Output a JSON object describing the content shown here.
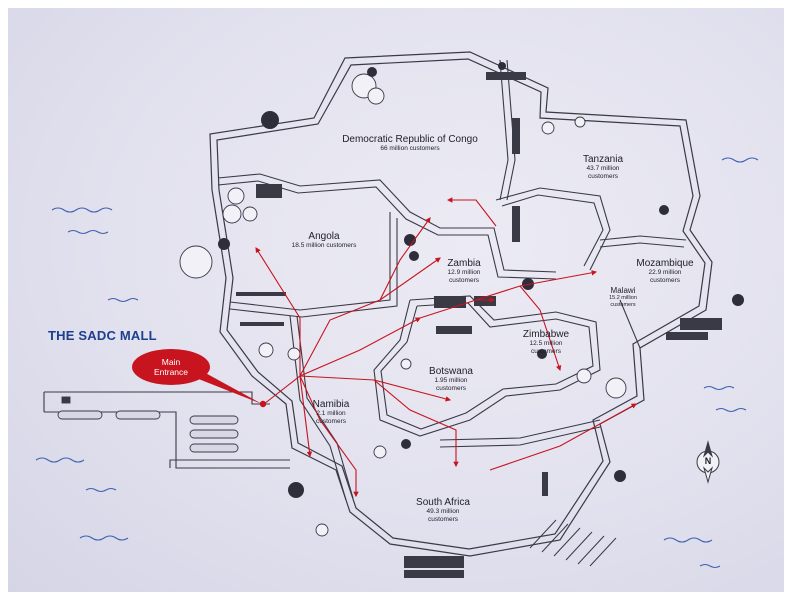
{
  "title": "THE SADC MALL",
  "entrance_label": [
    "Main",
    "Entrance"
  ],
  "compass": "N",
  "countries": [
    {
      "id": "drc",
      "name": "Democratic Republic of Congo",
      "customers": "66 million customers"
    },
    {
      "id": "tanzania",
      "name": "Tanzania",
      "customers": "43.7 million customers"
    },
    {
      "id": "angola",
      "name": "Angola",
      "customers": "18.5 million customers"
    },
    {
      "id": "zambia",
      "name": "Zambia",
      "customers": "12.9 million customers"
    },
    {
      "id": "mozambique",
      "name": "Mozambique",
      "customers": "22.9 million customers"
    },
    {
      "id": "malawi",
      "name": "Malawi",
      "customers": "15.2 million customers"
    },
    {
      "id": "zimbabwe",
      "name": "Zimbabwe",
      "customers": "12.5 million customers"
    },
    {
      "id": "botswana",
      "name": "Botswana",
      "customers": "1.95 million customers"
    },
    {
      "id": "namibia",
      "name": "Namibia",
      "customers": "2.1 million customers"
    },
    {
      "id": "south_africa",
      "name": "South Africa",
      "customers": "49.3 million customers"
    }
  ],
  "colors": {
    "route": "#c8141e",
    "walls": "#3a3a46",
    "water": "#3d5fb0",
    "title": "#1d3f8f",
    "paper": "#e4e3ef"
  }
}
